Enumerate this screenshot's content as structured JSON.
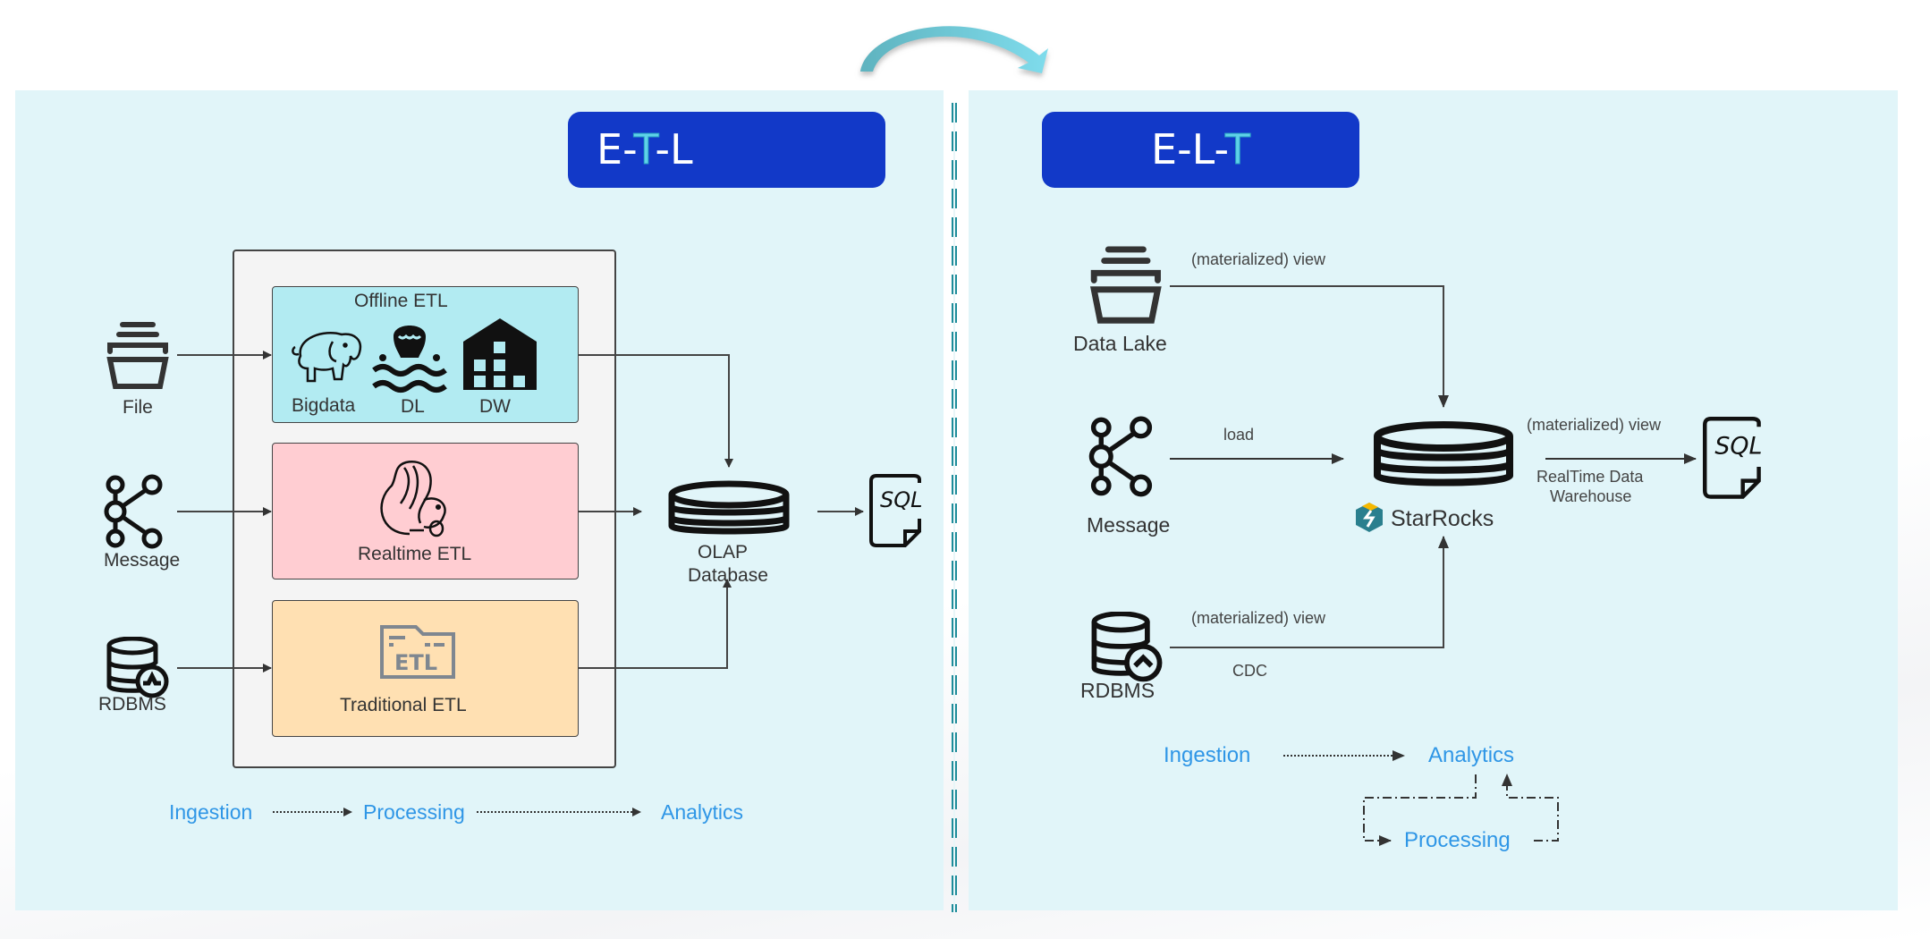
{
  "transition_arrow": "curved-arrow-icon",
  "etl": {
    "title_parts": [
      "E-",
      "T",
      "-L"
    ],
    "sources": [
      {
        "label": "File",
        "icon": "file-stack-icon"
      },
      {
        "label": "Message",
        "icon": "kafka-message-icon"
      },
      {
        "label": "RDBMS",
        "icon": "rdbms-database-icon"
      }
    ],
    "processing": {
      "offline": {
        "title": "Offline ETL",
        "items": [
          {
            "label": "Bigdata",
            "icon": "hadoop-elephant-icon"
          },
          {
            "label": "DL",
            "icon": "data-lake-icon"
          },
          {
            "label": "DW",
            "icon": "data-warehouse-icon"
          }
        ]
      },
      "realtime": {
        "title": "Realtime ETL",
        "icon": "flink-squirrel-icon"
      },
      "traditional": {
        "title": "Traditional ETL",
        "icon": "etl-folder-icon"
      }
    },
    "target": {
      "label_line1": "OLAP",
      "label_line2": "Database",
      "icon": "olap-database-icon"
    },
    "output": {
      "label": "SQL",
      "icon": "sql-file-icon"
    },
    "flow": [
      "Ingestion",
      "Processing",
      "Analytics"
    ]
  },
  "elt": {
    "title_parts": [
      "E-L-",
      "T"
    ],
    "sources": [
      {
        "label": "Data Lake",
        "icon": "data-lake-stack-icon",
        "edge_label": "(materialized)  view"
      },
      {
        "label": "Message",
        "icon": "kafka-message-icon",
        "edge_label": "load"
      },
      {
        "label": "RDBMS",
        "icon": "rdbms-database-icon",
        "edge_label": "(materialized)  view",
        "edge_sublabel": "CDC"
      }
    ],
    "engine": {
      "label": "StarRocks",
      "icon": "starrocks-logo-icon"
    },
    "output_edge": {
      "label": "(materialized)  view",
      "sublabel_line1": "RealTime Data",
      "sublabel_line2": "Warehouse"
    },
    "output": {
      "label": "SQL",
      "icon": "sql-file-icon"
    },
    "flow": {
      "ingestion": "Ingestion",
      "analytics": "Analytics",
      "processing": "Processing"
    }
  },
  "colors": {
    "panel_bg": "#e1f5f9",
    "title_bg": "#1239c8",
    "title_highlight": "#5fd1e8",
    "flow_text": "#2f96e6",
    "offline_box": "#b2ebf2",
    "realtime_box": "#ffcdd2",
    "traditional_box": "#ffe0b2",
    "divider": "#1e8c9a"
  }
}
